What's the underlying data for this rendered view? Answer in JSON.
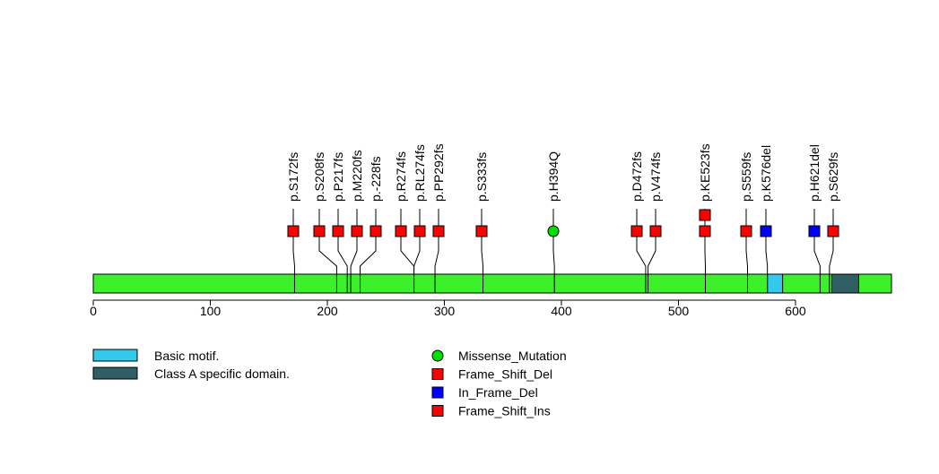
{
  "chart_data": {
    "type": "lollipop",
    "protein_length": 682,
    "x_ticks": [
      0,
      100,
      200,
      300,
      400,
      500,
      600
    ],
    "domains": [
      {
        "name": "Basic motif.",
        "start": 576,
        "end": 589,
        "color": "#33c9ec"
      },
      {
        "name": "Class A specific domain.",
        "start": 631,
        "end": 654,
        "color": "#2f5f62"
      }
    ],
    "mutations": [
      {
        "label": "p.S172fs",
        "pos": 172,
        "types": [
          "Frame_Shift_Del"
        ]
      },
      {
        "label": "p.S208fs",
        "pos": 208,
        "types": [
          "Frame_Shift_Del"
        ]
      },
      {
        "label": "p.P217fs",
        "pos": 217,
        "types": [
          "Frame_Shift_Del"
        ]
      },
      {
        "label": "p.M220fs",
        "pos": 220,
        "types": [
          "Frame_Shift_Del"
        ]
      },
      {
        "label": "p.-228fs",
        "pos": 228,
        "types": [
          "Frame_Shift_Del"
        ]
      },
      {
        "label": "p.R274fs",
        "pos": 274,
        "types": [
          "Frame_Shift_Del"
        ]
      },
      {
        "label": "p.RL274fs",
        "pos": 274,
        "types": [
          "Frame_Shift_Del"
        ]
      },
      {
        "label": "p.PP292fs",
        "pos": 292,
        "types": [
          "Frame_Shift_Del"
        ]
      },
      {
        "label": "p.S333fs",
        "pos": 333,
        "types": [
          "Frame_Shift_Del"
        ]
      },
      {
        "label": "p.H394Q",
        "pos": 394,
        "types": [
          "Missense_Mutation"
        ]
      },
      {
        "label": "p.D472fs",
        "pos": 472,
        "types": [
          "Frame_Shift_Del"
        ]
      },
      {
        "label": "p.V474fs",
        "pos": 474,
        "types": [
          "Frame_Shift_Del"
        ]
      },
      {
        "label": "p.KE523fs",
        "pos": 523,
        "types": [
          "Frame_Shift_Del",
          "Frame_Shift_Ins"
        ]
      },
      {
        "label": "p.S559fs",
        "pos": 559,
        "types": [
          "Frame_Shift_Del"
        ]
      },
      {
        "label": "p.K576del",
        "pos": 576,
        "types": [
          "In_Frame_Del"
        ]
      },
      {
        "label": "p.H621del",
        "pos": 621,
        "types": [
          "In_Frame_Del"
        ]
      },
      {
        "label": "p.S629fs",
        "pos": 629,
        "types": [
          "Frame_Shift_Del"
        ]
      }
    ],
    "legend_types": [
      {
        "name": "Missense_Mutation",
        "color": "#00e000",
        "shape": "circle"
      },
      {
        "name": "Frame_Shift_Del",
        "color": "#ff0000",
        "shape": "square"
      },
      {
        "name": "In_Frame_Del",
        "color": "#0000ff",
        "shape": "square"
      },
      {
        "name": "Frame_Shift_Ins",
        "color": "#ff0000",
        "shape": "square"
      }
    ],
    "bar_color": "#3cf02a"
  }
}
